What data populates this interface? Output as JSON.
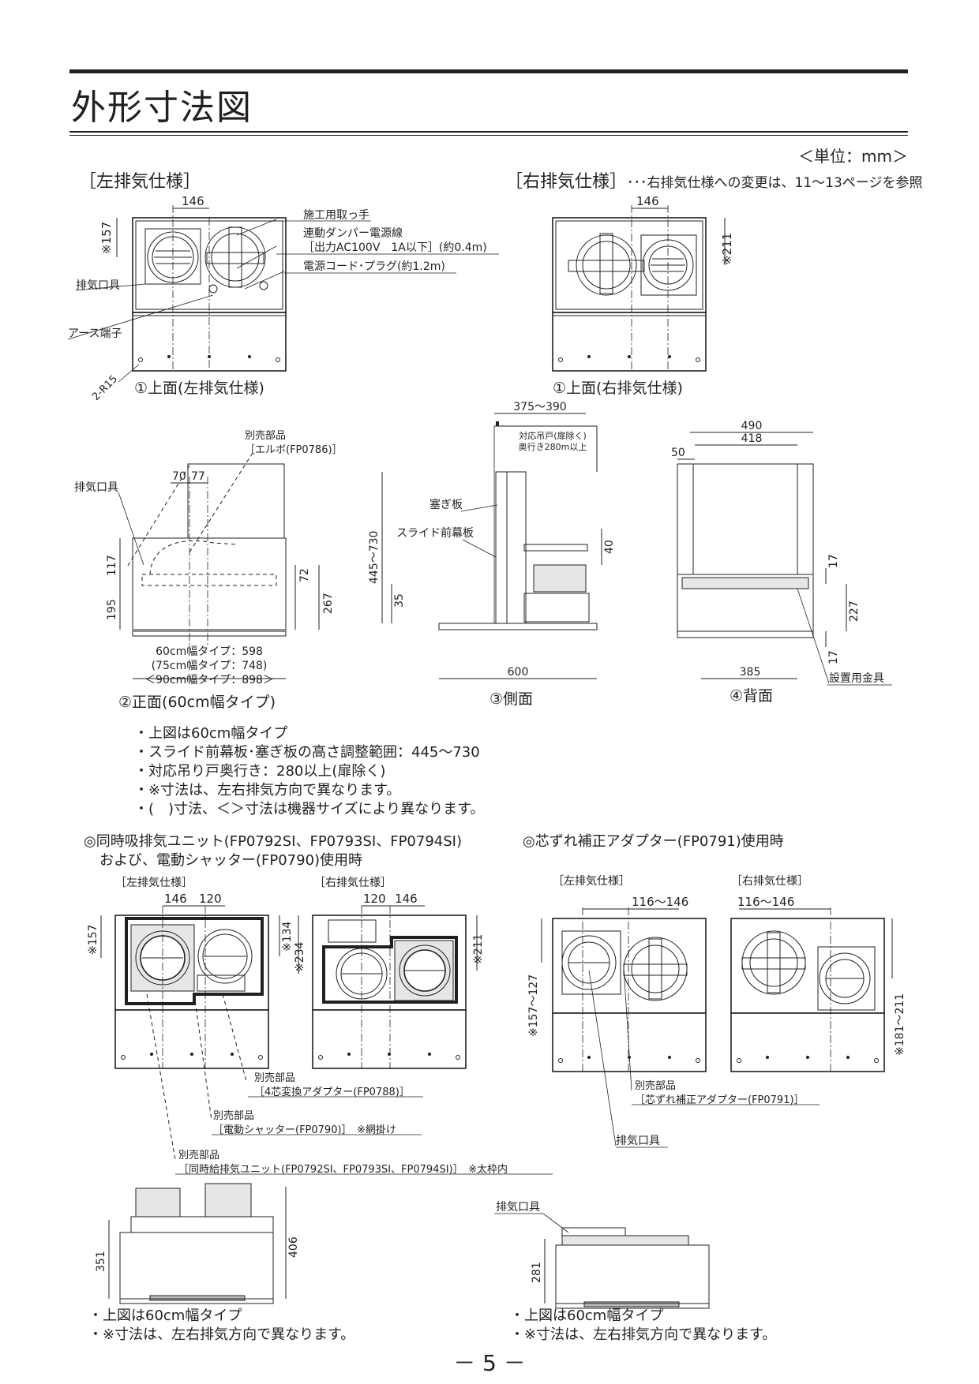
{
  "header": {
    "title": "外形寸法図",
    "unit": "＜単位：mm＞"
  },
  "section_left": {
    "title": "［左排気仕様］"
  },
  "section_right": {
    "title": "［右排気仕様］",
    "note": "･･･右排気仕様への変更は、11～13ページを参照"
  },
  "top_left": {
    "dim_146": "146",
    "dim_157": "※157",
    "label_handle": "施工用取っ手",
    "label_damper_1": "連動ダンパー電源線",
    "label_damper_2": "［出力AC100V　1A以下］(約0.4m)",
    "label_cord": "電源コード･プラグ(約1.2m)",
    "label_exhaust": "排気口具",
    "label_earth": "アース端子",
    "label_r": "2-R15",
    "caption": "①上面(左排気仕様)"
  },
  "top_right": {
    "dim_146": "146",
    "dim_211": "※211",
    "caption": "①上面(右排気仕様)"
  },
  "front": {
    "label_option_1": "別売部品",
    "label_option_2": "［エルボ(FP0786)］",
    "label_exhaust": "排気口具",
    "dim_70": "70",
    "dim_77": "77",
    "dim_117": "117",
    "dim_195": "195",
    "dim_72": "72",
    "dim_267": "267",
    "width_60": "60cm幅タイプ：598",
    "width_75": "(75cm幅タイプ：748)",
    "width_90": "＜90cm幅タイプ：898＞",
    "caption": "②正面(60cm幅タイプ)"
  },
  "side": {
    "dim_top": "375～390",
    "label_cab_1": "対応吊戸(扉除く)",
    "label_cab_2": "奥行き280m以上",
    "label_plug": "塞ぎ板",
    "label_slide": "スライド前幕板",
    "dim_height": "445～730",
    "dim_35": "35",
    "dim_40": "40",
    "dim_600": "600",
    "caption": "③側面"
  },
  "back": {
    "dim_490": "490",
    "dim_418": "418",
    "dim_50": "50",
    "dim_17a": "17",
    "dim_227": "227",
    "dim_17b": "17",
    "dim_385": "385",
    "label_bracket": "設置用金具",
    "caption": "④背面"
  },
  "notes": [
    "・上図は60cm幅タイプ",
    "・スライド前幕板･塞ぎ板の高さ調整範囲：445～730",
    "・対応吊り戸奥行き：280以上(扉除く)",
    "・※寸法は、左右排気方向で異なります。",
    "・(　)寸法、＜＞寸法は機器サイズにより異なります。"
  ],
  "sync_unit": {
    "title_1": "◎同時吸排気ユニット(FP0792SI、FP0793SI、FP0794SI)",
    "title_2": "および、電動シャッター(FP0790)使用時",
    "left_label": "［左排気仕様］",
    "right_label": "［右排気仕様］",
    "dim_146": "146",
    "dim_120": "120",
    "dim_157": "※157",
    "dim_134": "※134",
    "dim_120r": "120",
    "dim_146r": "146",
    "dim_234": "※234",
    "dim_211": "※211",
    "opt1_1": "別売部品",
    "opt1_2": "［4芯変換アダプター(FP0788)］",
    "opt2_1": "別売部品",
    "opt2_2": "［電動シャッター(FP0790)］　※網掛け",
    "opt3_1": "別売部品",
    "opt3_2": "［同時給排気ユニット(FP0792SI、FP0793SI、FP0794SI)］　※太枠内",
    "dim_351": "351",
    "dim_406": "406",
    "notes": [
      "・上図は60cm幅タイプ",
      "・※寸法は、左右排気方向で異なります。"
    ]
  },
  "adapter": {
    "title": "◎芯ずれ補正アダプター(FP0791)使用時",
    "left_label": "［左排気仕様］",
    "right_label": "［右排気仕様］",
    "dim_l": "116～146",
    "dim_r": "116～146",
    "dim_157_127": "※157～127",
    "dim_181_211": "※181～211",
    "opt_1": "別売部品",
    "opt_2": "［芯ずれ補正アダプター(FP0791)］",
    "label_exhaust": "排気口具",
    "label_exhaust2": "排気口具",
    "dim_281": "281",
    "notes": [
      "・上図は60cm幅タイプ",
      "・※寸法は、左右排気方向で異なります。"
    ]
  },
  "page": {
    "number": "－ 5 －"
  }
}
